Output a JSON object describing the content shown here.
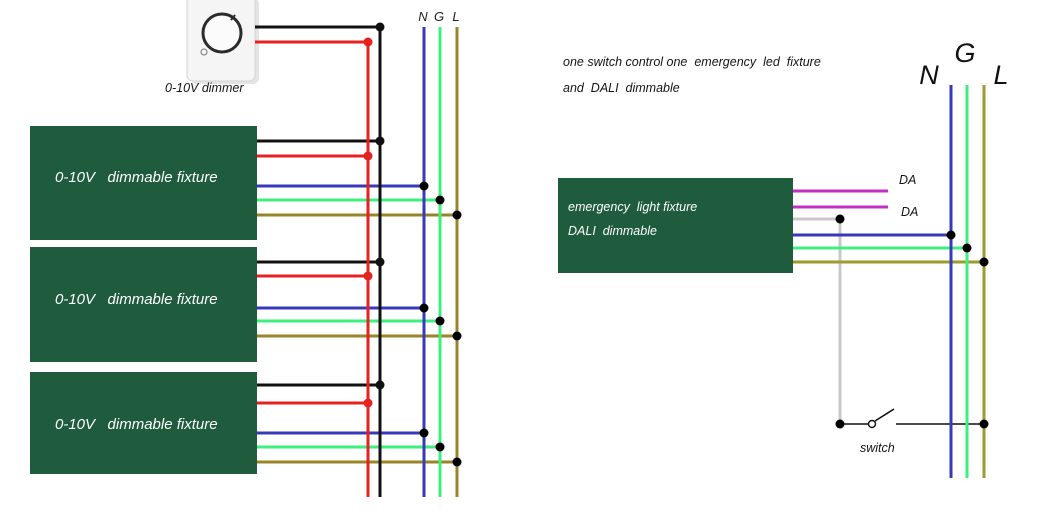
{
  "left": {
    "bus_labels": {
      "neutral": "N",
      "ground": "G",
      "line": "L"
    },
    "dimmer": {
      "label": "0-10V dimmer"
    },
    "fixtures": [
      {
        "label": "0-10V   dimmable fixture"
      },
      {
        "label": "0-10V   dimmable fixture"
      },
      {
        "label": "0-10V   dimmable fixture"
      }
    ]
  },
  "right": {
    "caption": {
      "line1": "one switch control one  emergency  led  fixture",
      "line2": "and  DALI  dimmable"
    },
    "bus_labels": {
      "neutral": "N",
      "ground": "G",
      "line": "L"
    },
    "fixture": {
      "line1": "emergency  light fixture",
      "line2": "DALI  dimmable"
    },
    "dali_labels": [
      "DA",
      "DA"
    ],
    "switch_label": "switch"
  },
  "colors": {
    "fixture_box": "#1e5c3d",
    "dimming_black": "#111111",
    "dimming_red": "#e8201f",
    "neutral": "#3838bb",
    "ground": "#3def7e",
    "line_left": "#9a8428",
    "line_right": "#9e9a2e",
    "dali": "#c42ec8",
    "switched_live": "#c8c8c8",
    "switch_wire": "#111111"
  }
}
